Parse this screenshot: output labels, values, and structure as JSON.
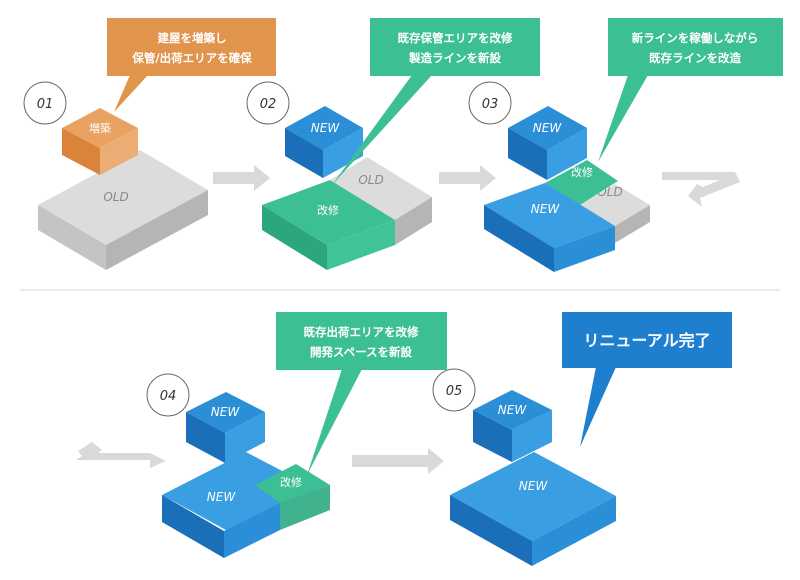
{
  "steps": [
    {
      "number": "01",
      "callout": [
        "建屋を増築し",
        "保管/出荷エリアを確保"
      ],
      "blocks": {
        "addition": "増築",
        "old": "OLD"
      }
    },
    {
      "number": "02",
      "callout": [
        "既存保管エリアを改修",
        "製造ラインを新設"
      ],
      "blocks": {
        "new": "NEW",
        "old": "OLD",
        "renovation": "改修"
      }
    },
    {
      "number": "03",
      "callout": [
        "新ラインを稼働しながら",
        "既存ラインを改造"
      ],
      "blocks": {
        "new_top": "NEW",
        "renovation": "改修",
        "old": "OLD",
        "new_bottom": "NEW"
      }
    },
    {
      "number": "04",
      "callout": [
        "既存出荷エリアを改修",
        "開発スペースを新設"
      ],
      "blocks": {
        "new_top": "NEW",
        "new_bottom": "NEW",
        "renovation": "改修"
      }
    },
    {
      "number": "05",
      "callout": [
        "リニューアル完了"
      ],
      "blocks": {
        "new_top": "NEW",
        "new_bottom": "NEW"
      }
    }
  ],
  "colors": {
    "orange": "#e0944c",
    "green": "#3dbf95",
    "blue": "#2a8fd8",
    "blue_final": "#1f7fcf",
    "gray": "#d6d6d6",
    "arrow": "#d9d9d9",
    "divider": "#dddddd"
  }
}
